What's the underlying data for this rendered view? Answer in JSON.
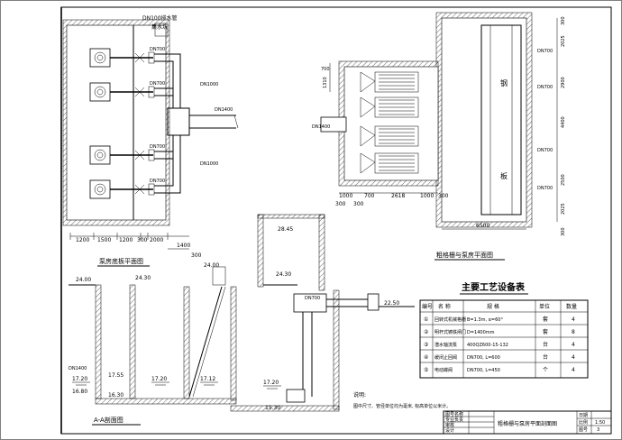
{
  "pump_plan": {
    "title": "泵房底板平面图",
    "labels": {
      "drain_pipe": "DN100排水管",
      "sump": "集水坑",
      "dn700_1": "DN700",
      "dn700_2": "DN700",
      "dn700_3": "DN700",
      "dn700_4": "DN700",
      "dn1000_top": "DN1000",
      "dn1000_bottom": "DN1000",
      "dn1400": "DN1400"
    },
    "dims": [
      "1200",
      "1500",
      "1200",
      "300",
      "2000",
      "1400",
      "300"
    ]
  },
  "screen_plan": {
    "title": "粗格栅与泵房平面图",
    "dn1400": "DN1400",
    "steel_plate_1": "钢",
    "steel_plate_2": "板",
    "dn700_labels": [
      "DN700",
      "DN700",
      "DN700",
      "DN700"
    ],
    "dim_1310": "1310",
    "dim_700": "700",
    "bottom_dims": [
      "1000",
      "700",
      "2618",
      "1000",
      "300",
      "300",
      "300"
    ],
    "dim_6500": "6500",
    "right_dims": [
      "2025",
      "2900",
      "4400",
      "2500",
      "2025",
      "300",
      "300"
    ]
  },
  "section": {
    "title": "A-A剖面图",
    "elevations": {
      "e1": "24.00",
      "e2": "24.30",
      "e3": "24.30",
      "e4": "28.45",
      "e5": "24.00",
      "e6": "22.50",
      "e7": "17.55",
      "e8": "17.20",
      "e9": "16.30",
      "e10": "17.20",
      "e11": "17.12",
      "e12": "17.20",
      "e13": "16.80",
      "e14": "15.30"
    },
    "dn1400": "DN1400",
    "dn700": "DN700"
  },
  "equipment_table": {
    "title": "主要工艺设备表",
    "headers": [
      "编号",
      "名  称",
      "规  格",
      "单位",
      "数量"
    ],
    "rows": [
      [
        "①",
        "回转式机械格栅",
        "B=1.3m, α=60°",
        "套",
        "4"
      ],
      [
        "②",
        "明杆式铸铁闸门",
        "D=1400mm",
        "套",
        "8"
      ],
      [
        "③",
        "潜水轴流泵",
        "400QZ600-15-132",
        "台",
        "4"
      ],
      [
        "④",
        "缓闭止回阀",
        "DN700, L=600",
        "台",
        "4"
      ],
      [
        "⑤",
        "电动蝶阀",
        "DN700, L=450",
        "个",
        "4"
      ]
    ]
  },
  "notes": {
    "title": "说明:",
    "line1": "图中尺寸、管径单位均为毫米, 标高单位以米计。"
  },
  "title_block": {
    "left_cells": [
      "图号名称",
      "专业负责",
      "审核",
      "设计"
    ],
    "drawing_title": "粗格栅与泵房平面剖面图",
    "right_cells": [
      "日期",
      "比例",
      "图号"
    ],
    "right_values": [
      "",
      "1:50",
      "3"
    ]
  }
}
